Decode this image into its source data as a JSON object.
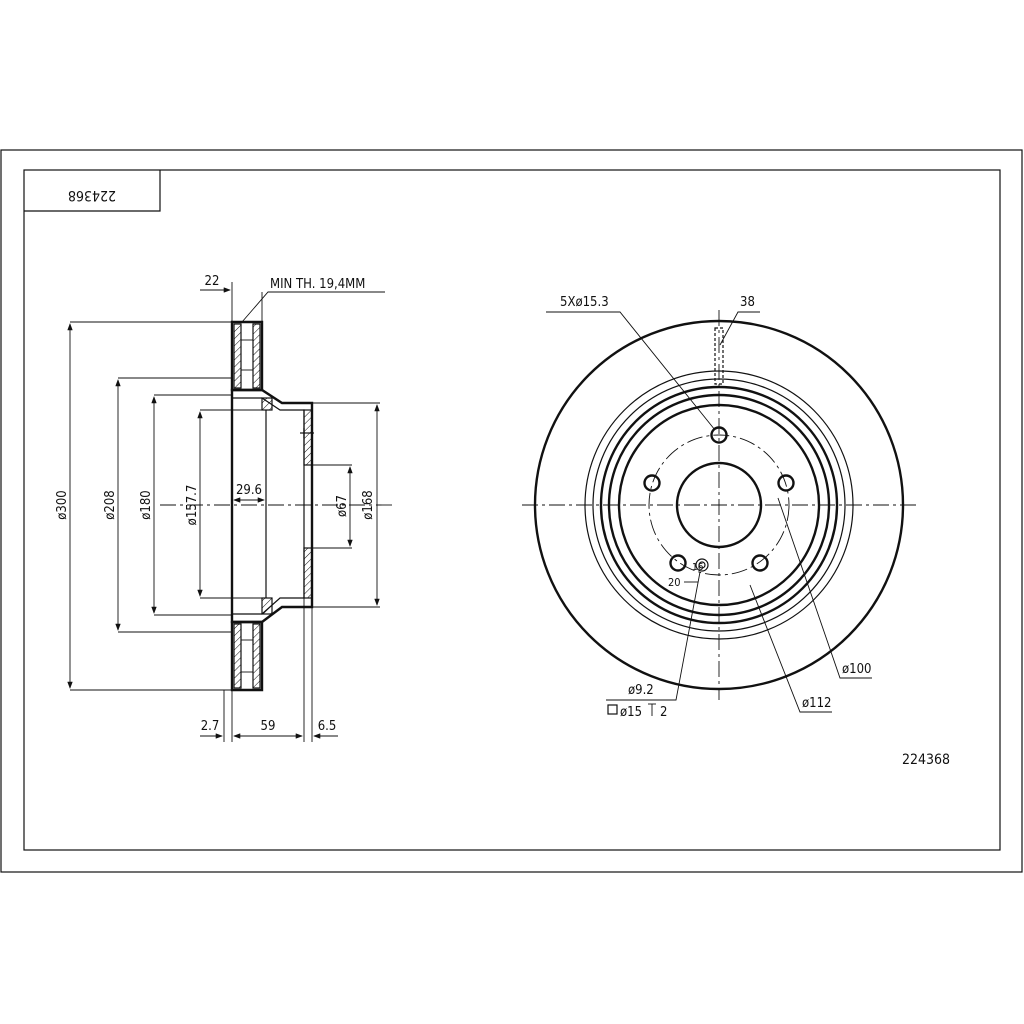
{
  "part_number": "224368",
  "part_number_mirrored": "224368",
  "section_view": {
    "dims": {
      "disc_thickness": "22",
      "min_thickness": "MIN TH. 19,4MM",
      "outer_diameter": "ø300",
      "d208": "ø208",
      "d180": "ø180",
      "d157": "ø157.7",
      "hat_depth": "29.6",
      "d67": "ø67",
      "d168": "ø168",
      "offset_a": "2.7",
      "offset_b": "59",
      "offset_c": "6.5"
    }
  },
  "front_view": {
    "dims": {
      "bolt_holes": "5Xø15.3",
      "angle": "38",
      "d100": "ø100",
      "d112": "ø112",
      "d9": "ø9.2",
      "counterbore": "ø15",
      "counterbore_depth": "2",
      "small_a": "20",
      "small_b": "16"
    }
  }
}
